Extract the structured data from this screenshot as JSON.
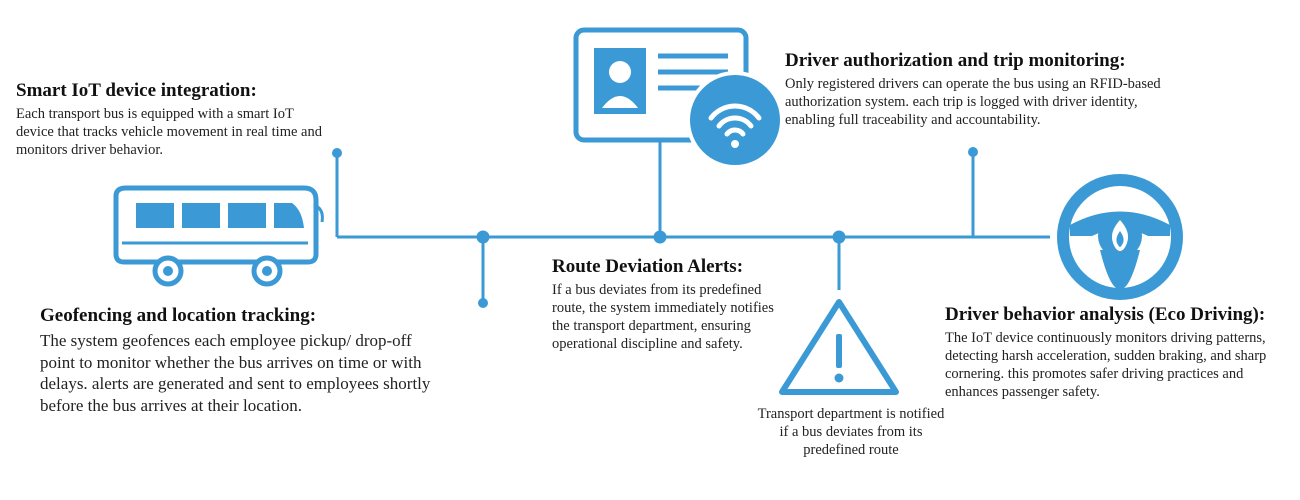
{
  "colors": {
    "accent": "#3b9ad6",
    "text": "#1a1a1a",
    "background": "#ffffff"
  },
  "icons": [
    "bus-icon",
    "id-card-wifi-icon",
    "warning-triangle-icon",
    "steering-wheel-icon"
  ],
  "blocks": {
    "iot": {
      "title": "Smart IoT device integration:",
      "text": "Each transport bus is equipped with a smart IoT device that tracks vehicle movement in real time and monitors driver behavior."
    },
    "driver_auth": {
      "title": "Driver authorization and trip monitoring:",
      "text": "Only registered drivers can operate the bus using an RFID-based authorization system. each trip is logged with driver identity, enabling full traceability and accountability."
    },
    "route_deviation": {
      "title": "Route Deviation Alerts:",
      "text": "If a bus deviates from its predefined route, the system immediately notifies the transport department, ensuring operational discipline and safety."
    },
    "geofencing": {
      "title": "Geofencing and location tracking:",
      "text": "The system geofences each employee pickup/ drop-off point to monitor whether the bus arrives on time or with delays. alerts are generated and sent to employees shortly before the bus arrives at their location."
    },
    "eco_driving": {
      "title": "Driver behavior analysis (Eco Driving):",
      "text": "The IoT device continuously monitors driving patterns, detecting harsh acceleration, sudden braking, and sharp cornering. this promotes safer driving practices and enhances passenger safety."
    }
  },
  "warning_caption": "Transport department is notified if a bus deviates from its predefined route"
}
